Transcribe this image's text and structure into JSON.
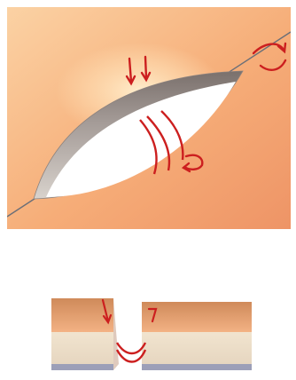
{
  "diagram": {
    "colors": {
      "background": "#ffffff",
      "slab_light": "#fbd2a4",
      "slab_mid": "#f6ad78",
      "slab_dark": "#ee9466",
      "glow": "#ffeecd",
      "rim": "#a49b97",
      "rim_highlight": "#d8d2cc",
      "rim_shadow": "#7a706c",
      "opening": "#ffffff",
      "arrow": "#cc1f1f",
      "fault_line": "#6b6f78",
      "block_top_dark": "#cf8a5a",
      "block_top_light": "#f3b284",
      "block_base": "#f1e4cf",
      "block_floor": "#9c9fb8"
    },
    "icons": [
      "downward-arrows",
      "rotation-arrow-upper-right",
      "rotation-arrow-lower",
      "slip-arrow",
      "rotation-arrow-small"
    ]
  }
}
